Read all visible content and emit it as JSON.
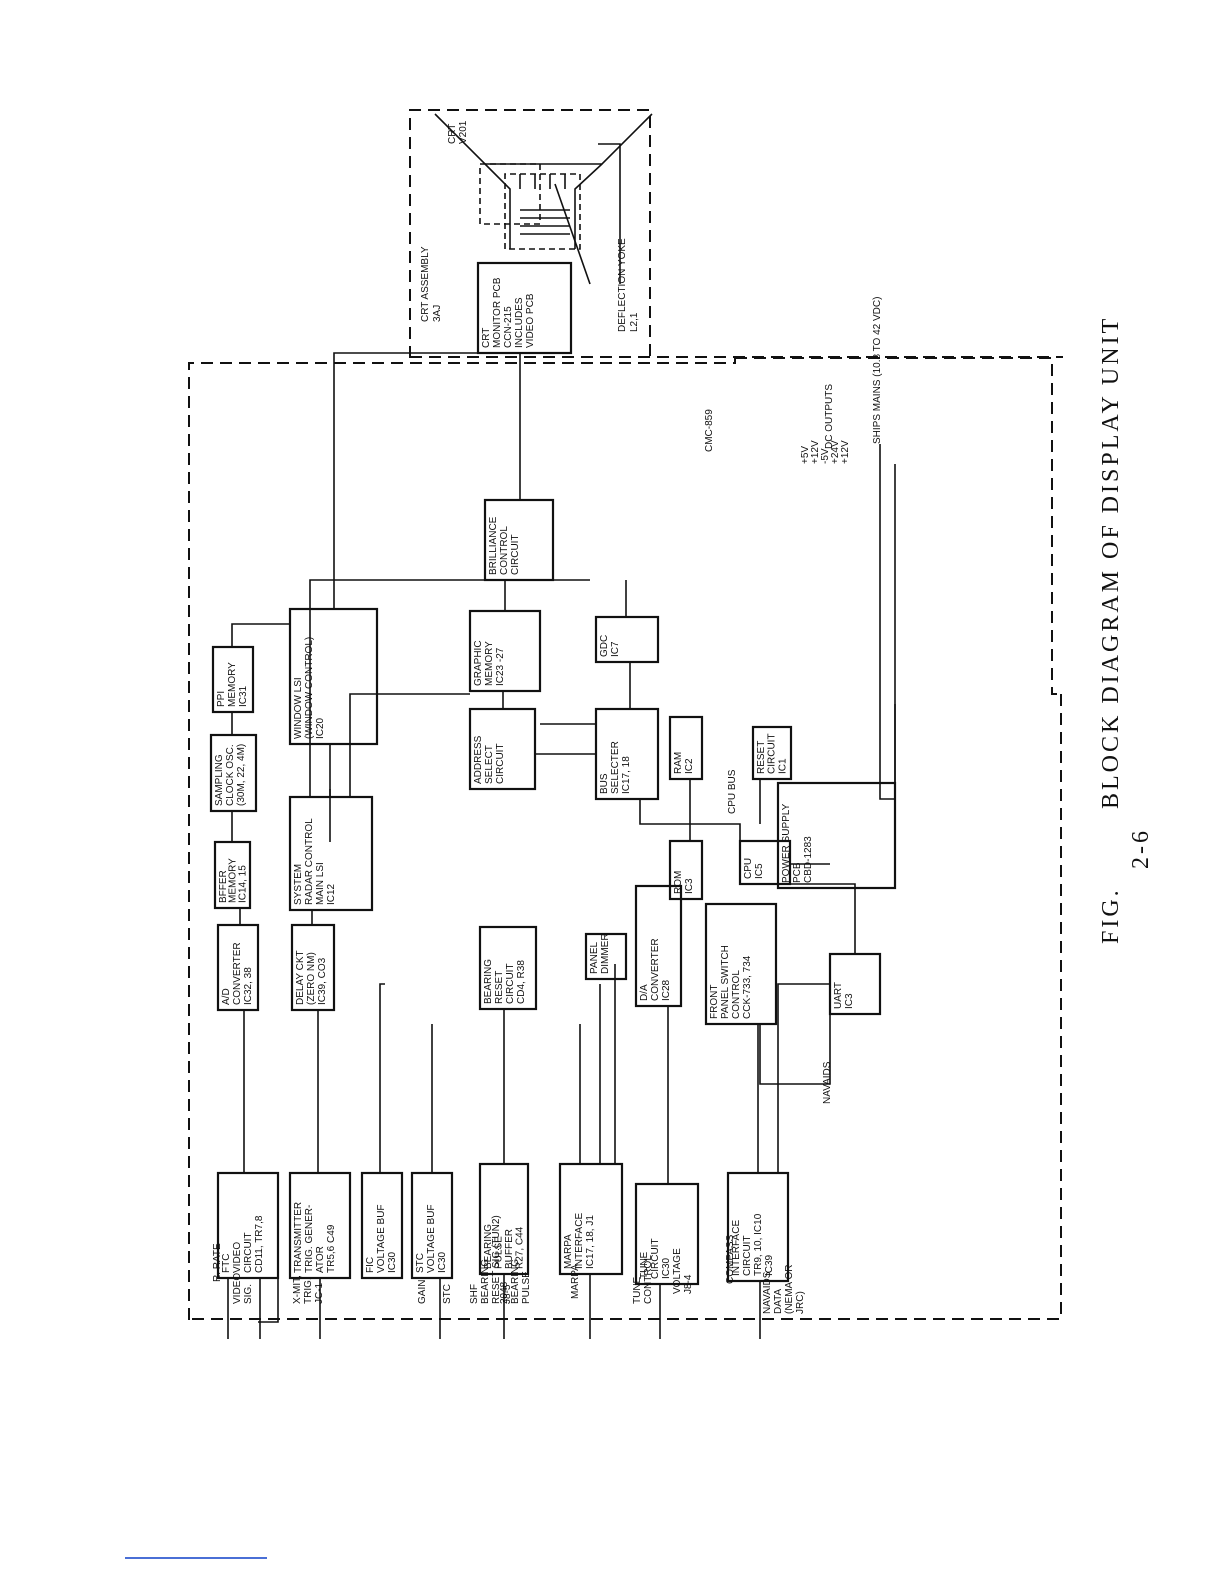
{
  "title": {
    "fig": "FIG.",
    "number": "2-6",
    "caption": "BLOCK DIAGRAM OF DISPLAY UNIT"
  },
  "regions": {
    "crt_assembly": [
      "CRT ASSEMBLY",
      "3AJ"
    ],
    "cmc": "CMC-859"
  },
  "blocks": {
    "ftc": [
      "FTC",
      "VIDEO",
      "CIRCUIT",
      "CD11, TR7,8"
    ],
    "xmit": [
      "TRANSMITTER",
      "TRIG. GENER-",
      "ATOR",
      "TR5,6 C49"
    ],
    "fic": [
      "FIC",
      "VOLTAGE BUF",
      "IC30"
    ],
    "stc": [
      "STC",
      "VOLTAGE BUF",
      "IC30"
    ],
    "bearing_buf": [
      "BEARING",
      "PULSE",
      "BUFFER",
      "R27, C44"
    ],
    "marpa": [
      "MARPA",
      "INTERFACE",
      "IC17, 18, J1"
    ],
    "tune": [
      "TUNE",
      "CIRCUIT",
      "IC30"
    ],
    "iface": [
      "INTERFACE",
      "CIRCUIT",
      "TR9, 10, IC10",
      "IC39"
    ],
    "ad": [
      "A/D",
      "CONVERTER",
      "IC32, 38"
    ],
    "delay": [
      "DELAY CKT",
      "(ZERO NM)",
      "IC39, CO3"
    ],
    "bearing_reset": [
      "BEARING",
      "RESET",
      "CIRCUIT",
      "CD4, R38"
    ],
    "panel": [
      "PANEL",
      "DIMMER"
    ],
    "da": [
      "D/A",
      "CONVERTER",
      "IC28"
    ],
    "front": [
      "FRONT",
      "PANEL SWITCH",
      "CONTROL",
      "CCK-733, 734"
    ],
    "uart": [
      "UART",
      "IC3"
    ],
    "buffer_mem": [
      "BFFER",
      "MEMORY",
      "IC14, 15"
    ],
    "system": [
      "SYSTEM",
      "RADAR CONTROL",
      "MAIN LSI",
      "IC12"
    ],
    "sampling": [
      "SAMPLING",
      "CLOCK OSC.",
      "(30M, 22, 4M)"
    ],
    "ppi": [
      "PPI",
      "MEMORY",
      "IC31"
    ],
    "window": [
      "WINDOW LSI",
      "(WINDOW CONTROL)",
      "IC20"
    ],
    "address": [
      "ADDRESS",
      "SELECT",
      "CIRCUIT"
    ],
    "graphic": [
      "GRAPHIC",
      "MEMORY",
      "IC23 -27"
    ],
    "gdc": [
      "GDC",
      "IC7"
    ],
    "bus": [
      "BUS",
      "SELECTER",
      "IC17, 18"
    ],
    "rom": [
      "ROM",
      "IC3"
    ],
    "ram": [
      "RAM",
      "IC2"
    ],
    "cpu": [
      "CPU",
      "IC5"
    ],
    "reset": [
      "RESET",
      "CIRCUIT",
      "IC1"
    ],
    "brilliance": [
      "BRILLIANCE",
      "CONTROL",
      "CIRCUIT"
    ],
    "power": [
      "POWER SUPPLY",
      "PCB",
      "CBD-1283"
    ],
    "crt_monitor": [
      "CRT",
      "MONITOR PCB",
      "CCN-215",
      "INCLUDES",
      "VIDEO PCB"
    ]
  },
  "signals": {
    "video": [
      "VIDEO",
      "SIG."
    ],
    "rrate": [
      "R. RATE"
    ],
    "xmit": [
      "X-MIT,",
      "TRIG.",
      "JC-1"
    ],
    "gain": [
      "GAIN"
    ],
    "stc": [
      "STC"
    ],
    "shf": [
      "SHF",
      "BEARING",
      "RESET SIG.(TUN2)",
      "J8-5"
    ],
    "bearing2048": [
      "2048",
      "BEARING",
      "PULSE"
    ],
    "marpa": [
      "MARPA"
    ],
    "tune": [
      "TUNE",
      "CONTROL"
    ],
    "voltage": [
      "VOLTAGE",
      "J8-4"
    ],
    "compass": [
      "COMPASS"
    ],
    "navaids_data": [
      "NAVAIDS",
      "DATA",
      "(NEMA OR",
      "JRC)"
    ]
  },
  "labels": {
    "cpu_bus": "CPU BUS",
    "navaids": "NAVAIDS",
    "crt_tube": [
      "CRT",
      "V201"
    ],
    "yoke": [
      "DEFLECTION YOKE",
      "L2,1"
    ],
    "dc_voltages": [
      "+5V",
      "+12V",
      "-5V",
      "+24V",
      "+12V"
    ],
    "dc_outputs": "DC OUTPUTS",
    "mains": "SHIPS MAINS (10.8 TO 42 VDC)"
  }
}
